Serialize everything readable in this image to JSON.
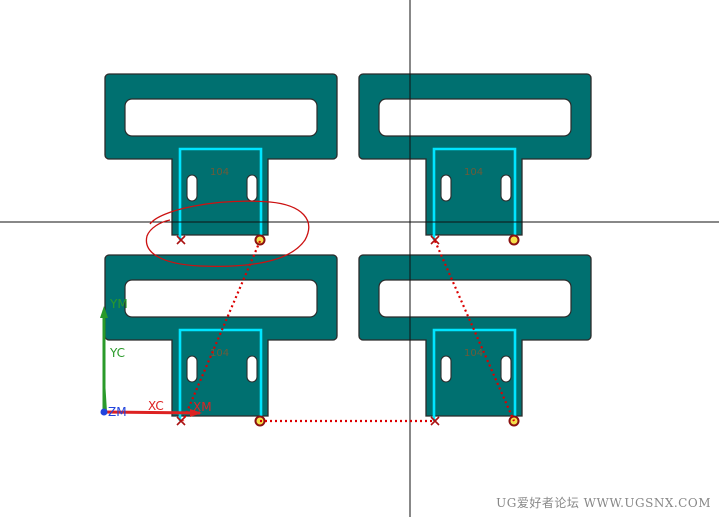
{
  "parts": [
    {
      "label": "104"
    },
    {
      "label": "104"
    },
    {
      "label": "104"
    },
    {
      "label": "104"
    }
  ],
  "axes": {
    "ym": "YM",
    "yc": "YC",
    "zm": "ZM",
    "xc": "XC",
    "xm": "XM"
  },
  "watermark": "UG爱好者论坛 WWW.UGSNX.COM",
  "colors": {
    "part_fill": "#007070",
    "part_outline": "#2b2b2b",
    "edge_highlight": "#00e5ff",
    "path_line": "#dd0000",
    "annotation_ink": "#cc1111",
    "axis_green": "#2a9a2a",
    "axis_red": "#dd2222",
    "axis_blue": "#2244dd"
  },
  "icons": {
    "start_marker": "x-cross-icon",
    "end_marker": "circle-point-icon"
  }
}
